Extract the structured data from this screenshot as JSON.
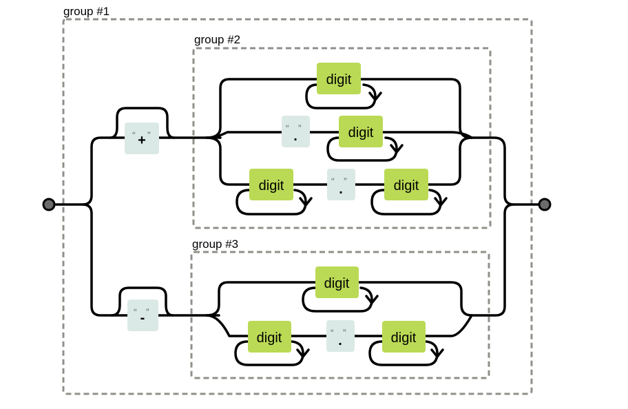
{
  "groups": {
    "g1": "group #1",
    "g2": "group #2",
    "g3": "group #3"
  },
  "nodes": {
    "plus": "+",
    "minus": "-",
    "dot": ".",
    "digit": "digit",
    "open_quote": "“",
    "close_quote": "”"
  },
  "colors": {
    "digit": "#bada55",
    "literal": "#dae9e5",
    "group_border": "#908f8a"
  }
}
